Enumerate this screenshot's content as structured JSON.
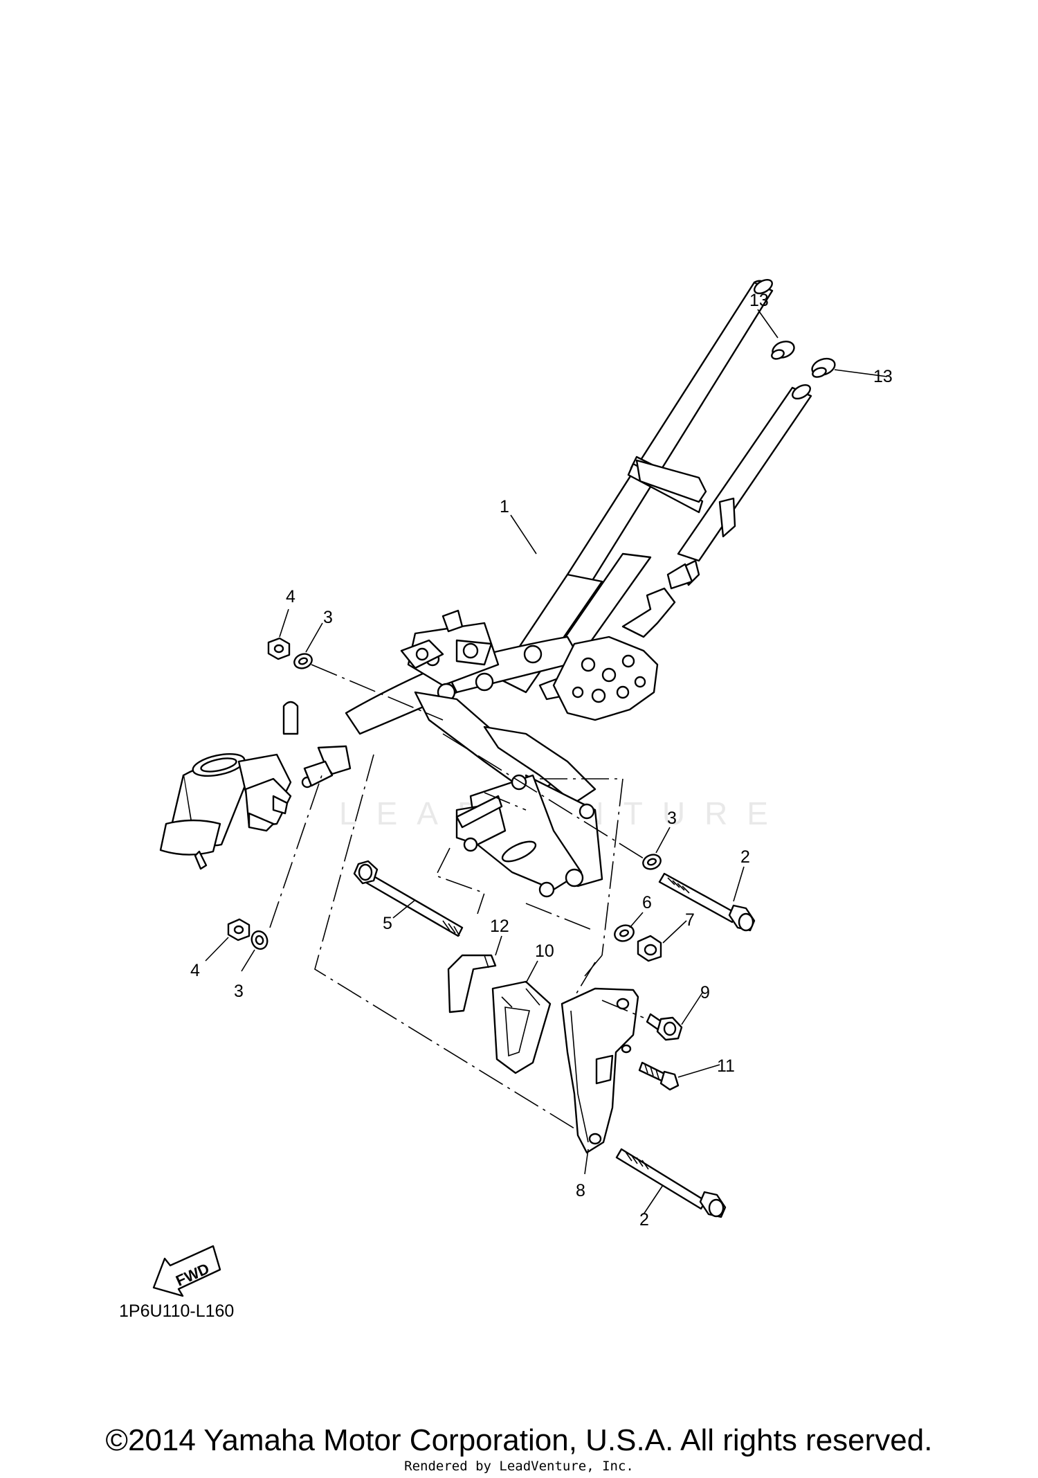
{
  "diagram": {
    "code": "1P6U110-L160",
    "fwd_label": "FWD",
    "watermark": "LEADVENTURE",
    "callouts": {
      "c13a": "13",
      "c13b": "13",
      "c1": "1",
      "c4a": "4",
      "c3a": "3",
      "c3b": "3",
      "c2a": "2",
      "c6": "6",
      "c7": "7",
      "c5": "5",
      "c12": "12",
      "c10": "10",
      "c9": "9",
      "c11": "11",
      "c4b": "4",
      "c3c": "3",
      "c8": "8",
      "c2b": "2"
    }
  },
  "footer": {
    "copyright": "©2014 Yamaha Motor Corporation, U.S.A. All rights reserved.",
    "rendered_by": "Rendered by LeadVenture, Inc."
  }
}
